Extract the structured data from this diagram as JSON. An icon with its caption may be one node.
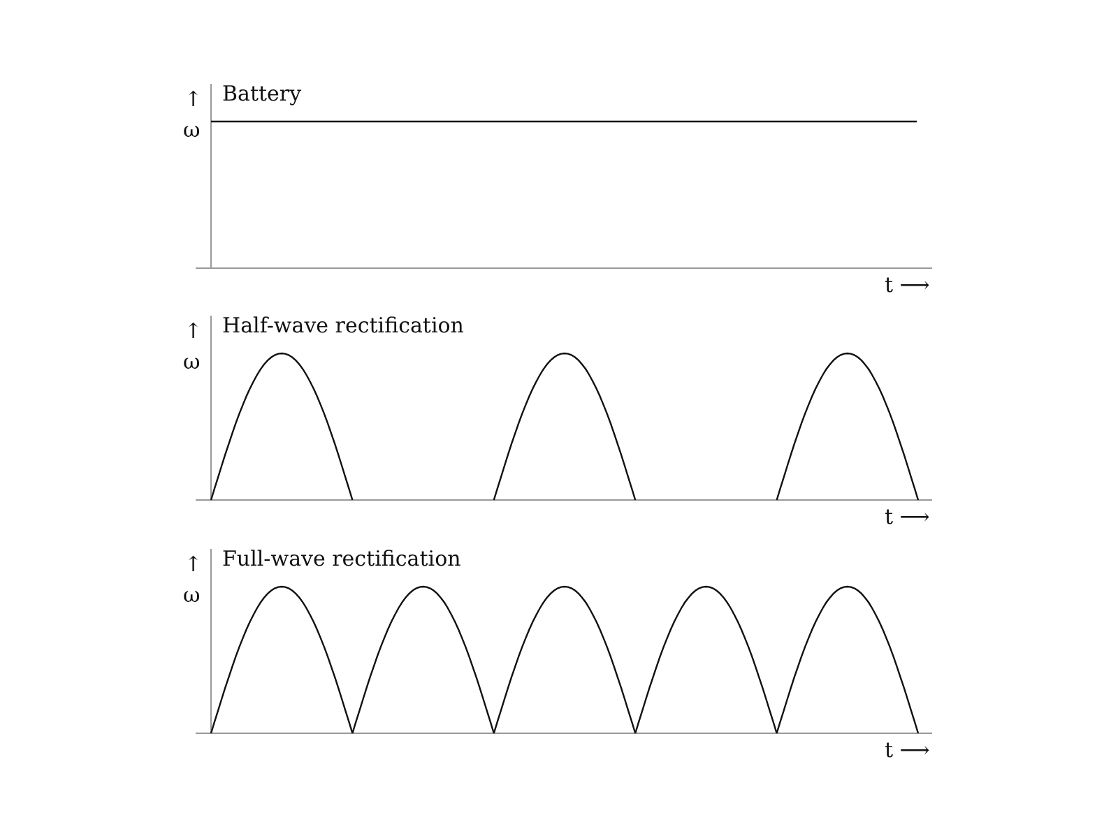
{
  "diagram": {
    "labels": [
      "↑",
      "Battery",
      "ω",
      "t ⟶",
      "↑",
      "Half-wave rectification",
      "ω",
      "t ⟶",
      "↑",
      "Full-wave rectification",
      "ω",
      "t ⟶"
    ]
  }
}
